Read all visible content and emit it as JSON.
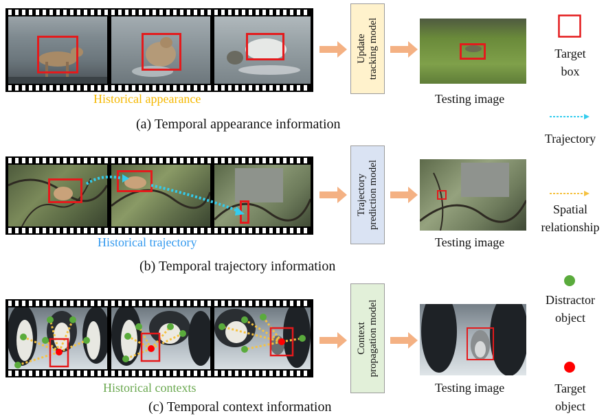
{
  "rows": [
    {
      "historical_label": "Historical appearance",
      "model_label": "Update\ntracking model",
      "testing_label": "Testing image",
      "caption": "(a) Temporal appearance information"
    },
    {
      "historical_label": "Historical trajectory",
      "model_label": "Trajectory\nprediction model",
      "testing_label": "Testing image",
      "caption": "(b) Temporal trajectory information"
    },
    {
      "historical_label": "Historical contexts",
      "model_label": "Context\npropagation model",
      "testing_label": "Testing image",
      "caption": "(c) Temporal context information"
    }
  ],
  "legend": {
    "target_box": "Target\nbox",
    "trajectory": "Trajectory",
    "spatial": "Spatial\nrelationship",
    "distractor": "Distractor\nobject",
    "target_object": "Target\nobject"
  },
  "colors": {
    "target_red": "#e41a1c",
    "appearance_label": "#f5b800",
    "trajectory_label": "#3399ee",
    "context_label": "#6aa84f",
    "trajectory_line": "#33ccee",
    "spatial_line": "#f5c242",
    "distractor_green": "#5aab3c",
    "arrow_orange": "#f4b183",
    "box_a": "#fff2cc",
    "box_b": "#dae3f3",
    "box_c": "#e2f0d9"
  }
}
